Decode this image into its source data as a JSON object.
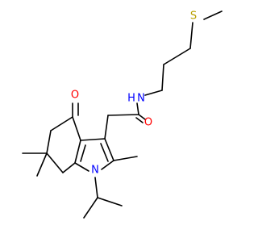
{
  "structure": {
    "atoms": {
      "oxygen_ketone": {
        "symbol": "O",
        "color": "#ff0000"
      },
      "oxygen_amide": {
        "symbol": "O",
        "color": "#ff0000"
      },
      "nitrogen_amide": {
        "symbol": "N",
        "color": "#0000ff"
      },
      "hydrogen_amide": {
        "symbol": "H",
        "color": "#0000ff"
      },
      "sulfur": {
        "symbol": "S",
        "color": "#b8a000"
      },
      "nitrogen_ring": {
        "symbol": "N",
        "color": "#0000ff"
      }
    }
  }
}
